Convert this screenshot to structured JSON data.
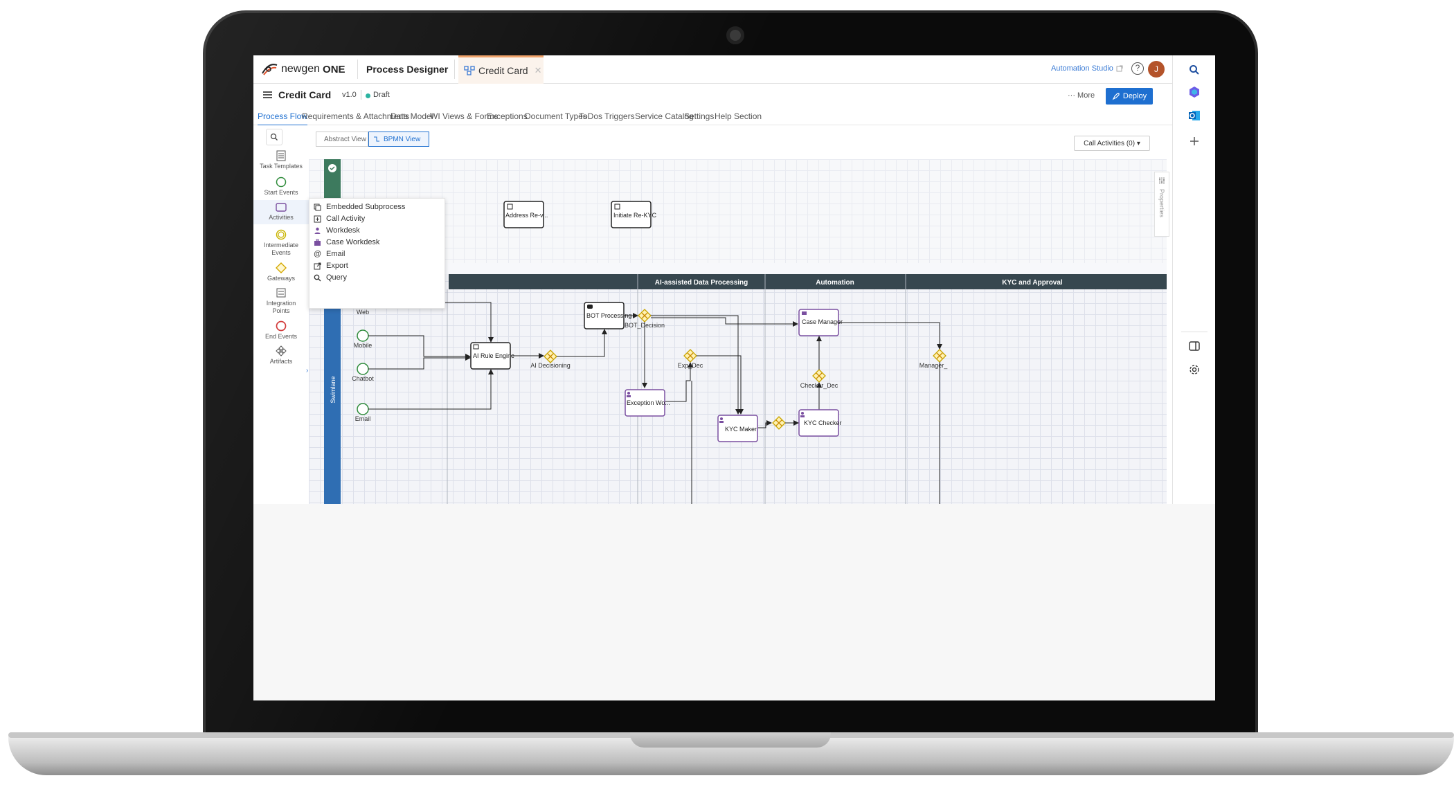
{
  "brand": {
    "name": "newgen",
    "suffix": "ONE",
    "product": "Process Designer"
  },
  "tab": {
    "label": "Credit Card",
    "close": "✕"
  },
  "header": {
    "automation_studio": "Automation Studio",
    "help": "?",
    "avatar": "J"
  },
  "process": {
    "title": "Credit Card",
    "version": "v1.0",
    "status": "Draft",
    "more": "More",
    "deploy": "Deploy"
  },
  "nav_tabs": [
    "Process Flow",
    "Requirements & Attachments",
    "Data Model",
    "WI Views & Forms",
    "Exceptions",
    "Document Types",
    "ToDos",
    "Triggers",
    "Service Catalog",
    "Settings",
    "Help Section"
  ],
  "palette": {
    "task_templates": "Task Templates",
    "start_events": "Start Events",
    "activities": "Activities",
    "intermediate_events_1": "Intermediate",
    "intermediate_events_2": "Events",
    "gateways": "Gateways",
    "integration_points_1": "Integration",
    "integration_points_2": "Points",
    "end_events": "End Events",
    "artifacts": "Artifacts"
  },
  "view": {
    "abstract": "Abstract View",
    "bpmn": "BPMN View",
    "call_activities": "Call Activities (0)",
    "properties": "Properties"
  },
  "activity_menu": [
    "Embedded Subprocess",
    "Call Activity",
    "Workdesk",
    "Case Workdesk",
    "Email",
    "Export",
    "Query"
  ],
  "lanes": {
    "headers": [
      "AI-assisted Data Processing",
      "Automation",
      "KYC and Approval"
    ],
    "swimlane": "Swimlane"
  },
  "nodes": {
    "address": "Address Re-v...",
    "initiate": "Initiate Re-KYC",
    "web": "Web",
    "mobile": "Mobile",
    "chatbot": "Chatbot",
    "email": "Email",
    "ai_rule": "AI Rule Engine",
    "ai_dec": "AI Decisioning",
    "bot": "BOT Processing",
    "bot_dec": "BOT_Decision",
    "exp_dec": "Exp_Dec",
    "exception": "Exception Wo...",
    "case_mgr": "Case Manager",
    "checker_dec": "Checker_Dec",
    "kyc_checker": "KYC Checker",
    "kyc_maker": "KYC Maker",
    "manager": "Manager_"
  }
}
